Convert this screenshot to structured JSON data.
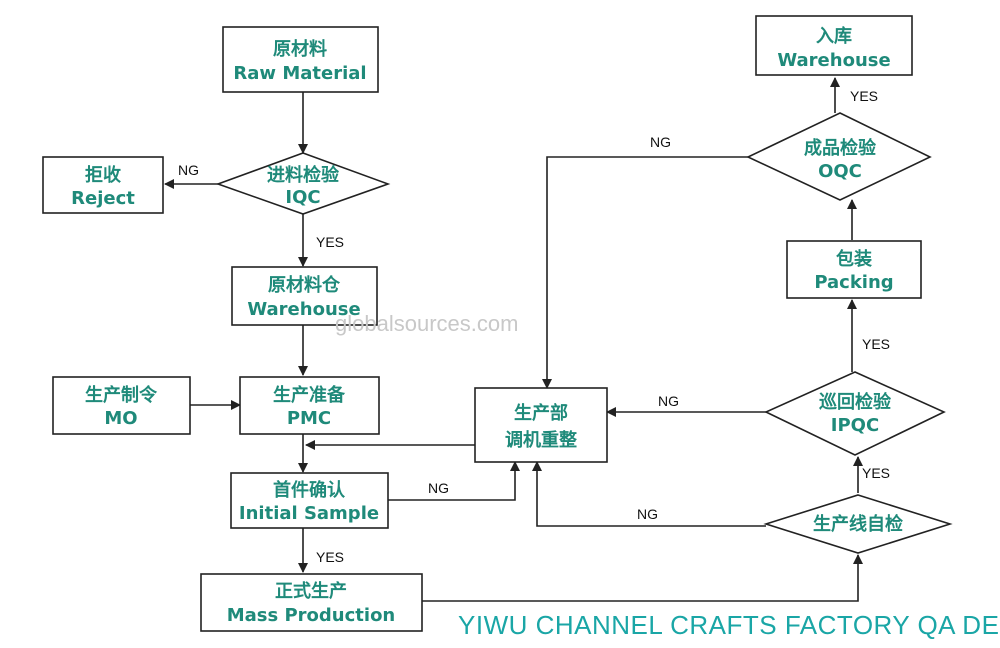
{
  "colors": {
    "text": "#1f8a7a",
    "stroke": "#222222",
    "footer": "#1aa6a6"
  },
  "nodes": {
    "raw_material": {
      "cn": "原材料",
      "en": "Raw Material"
    },
    "iqc": {
      "cn": "进料检验",
      "en": "IQC"
    },
    "reject": {
      "cn": "拒收",
      "en": "Reject"
    },
    "raw_warehouse": {
      "cn": "原材料仓",
      "en": "Warehouse"
    },
    "mo": {
      "cn": "生产制令",
      "en": "MO"
    },
    "pmc": {
      "cn": "生产准备",
      "en": "PMC"
    },
    "initial_sample": {
      "cn": "首件确认",
      "en": "Initial Sample"
    },
    "mass_production": {
      "cn": "正式生产",
      "en": "Mass Production"
    },
    "adjust": {
      "cn": "生产部",
      "en": "调机重整"
    },
    "self_check": {
      "cn": "生产线自检",
      "en": ""
    },
    "ipqc": {
      "cn": "巡回检验",
      "en": "IPQC"
    },
    "packing": {
      "cn": "包装",
      "en": "Packing"
    },
    "oqc": {
      "cn": "成品检验",
      "en": "OQC"
    },
    "final_warehouse": {
      "cn": "入库",
      "en": "Warehouse"
    }
  },
  "edge_labels": {
    "iqc_reject": "NG",
    "iqc_yes": "YES",
    "sample_ng": "NG",
    "sample_yes": "YES",
    "selfcheck_ng": "NG",
    "selfcheck_yes": "YES",
    "ipqc_ng": "NG",
    "ipqc_yes": "YES",
    "oqc_ng": "NG",
    "oqc_yes": "YES"
  },
  "watermark": "globalsources.com",
  "footer": "YIWU CHANNEL CRAFTS FACTORY QA DEPT."
}
